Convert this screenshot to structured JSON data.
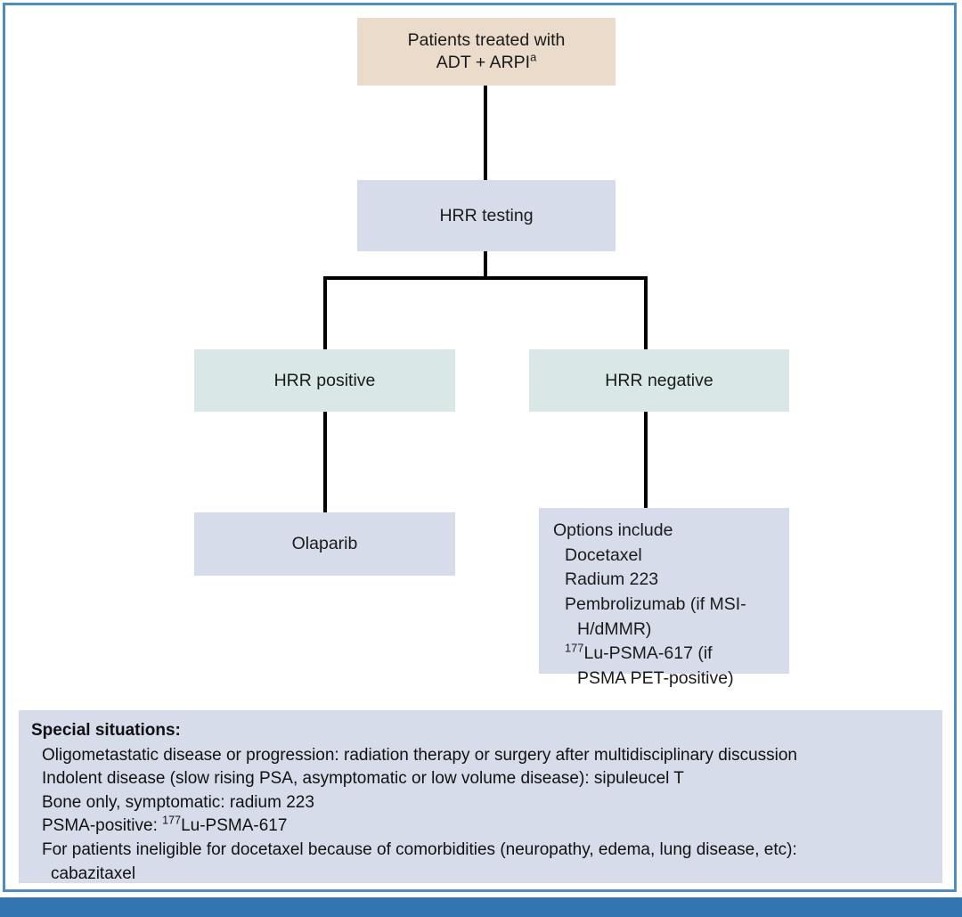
{
  "figure": {
    "type": "clinical-treatment-algorithm-flowchart",
    "border_color": "#4e8dc2",
    "bottom_bar_color": "#3275b0"
  },
  "palette": {
    "tan": "#ebdbcb",
    "periwinkle": "#d7dcea",
    "mint": "#d9e8e6",
    "connector": "#000000",
    "text": "#111111"
  },
  "nodes": {
    "root": {
      "line1": "Patients treated with",
      "line2_pre": "ADT + ARPI",
      "line2_sup": "a",
      "color": "tan"
    },
    "testing": {
      "label": "HRR testing",
      "color": "periwinkle"
    },
    "hrr_positive": {
      "label": "HRR positive",
      "color": "mint"
    },
    "hrr_negative": {
      "label": "HRR negative",
      "color": "mint"
    },
    "olaparib": {
      "label": "Olaparib",
      "color": "periwinkle"
    },
    "options": {
      "heading": "Options include",
      "color": "periwinkle",
      "items": [
        {
          "text": "Docetaxel"
        },
        {
          "text": "Radium 223"
        },
        {
          "text": "Pembrolizumab (if MSI-"
        },
        {
          "text": "H/dMMR)",
          "wrap": true
        },
        {
          "sup": "177",
          "text": "Lu-PSMA-617 (if"
        },
        {
          "text": "PSMA PET-positive)",
          "wrap": true
        }
      ]
    }
  },
  "special_situations": {
    "title": "Special situations:",
    "lines": [
      {
        "text": "Oligometastatic disease or progression: radiation therapy or surgery after multidisciplinary discussion"
      },
      {
        "text": "Indolent disease (slow rising PSA, asymptomatic or low volume disease): sipuleucel T"
      },
      {
        "text": "Bone only, symptomatic: radium 223"
      },
      {
        "prefix": "PSMA-positive: ",
        "sup": "177",
        "text": "Lu-PSMA-617"
      },
      {
        "text": "For patients ineligible for docetaxel because of comorbidities (neuropathy, edema, lung disease, etc):",
        "continuation": "cabazitaxel"
      }
    ]
  }
}
